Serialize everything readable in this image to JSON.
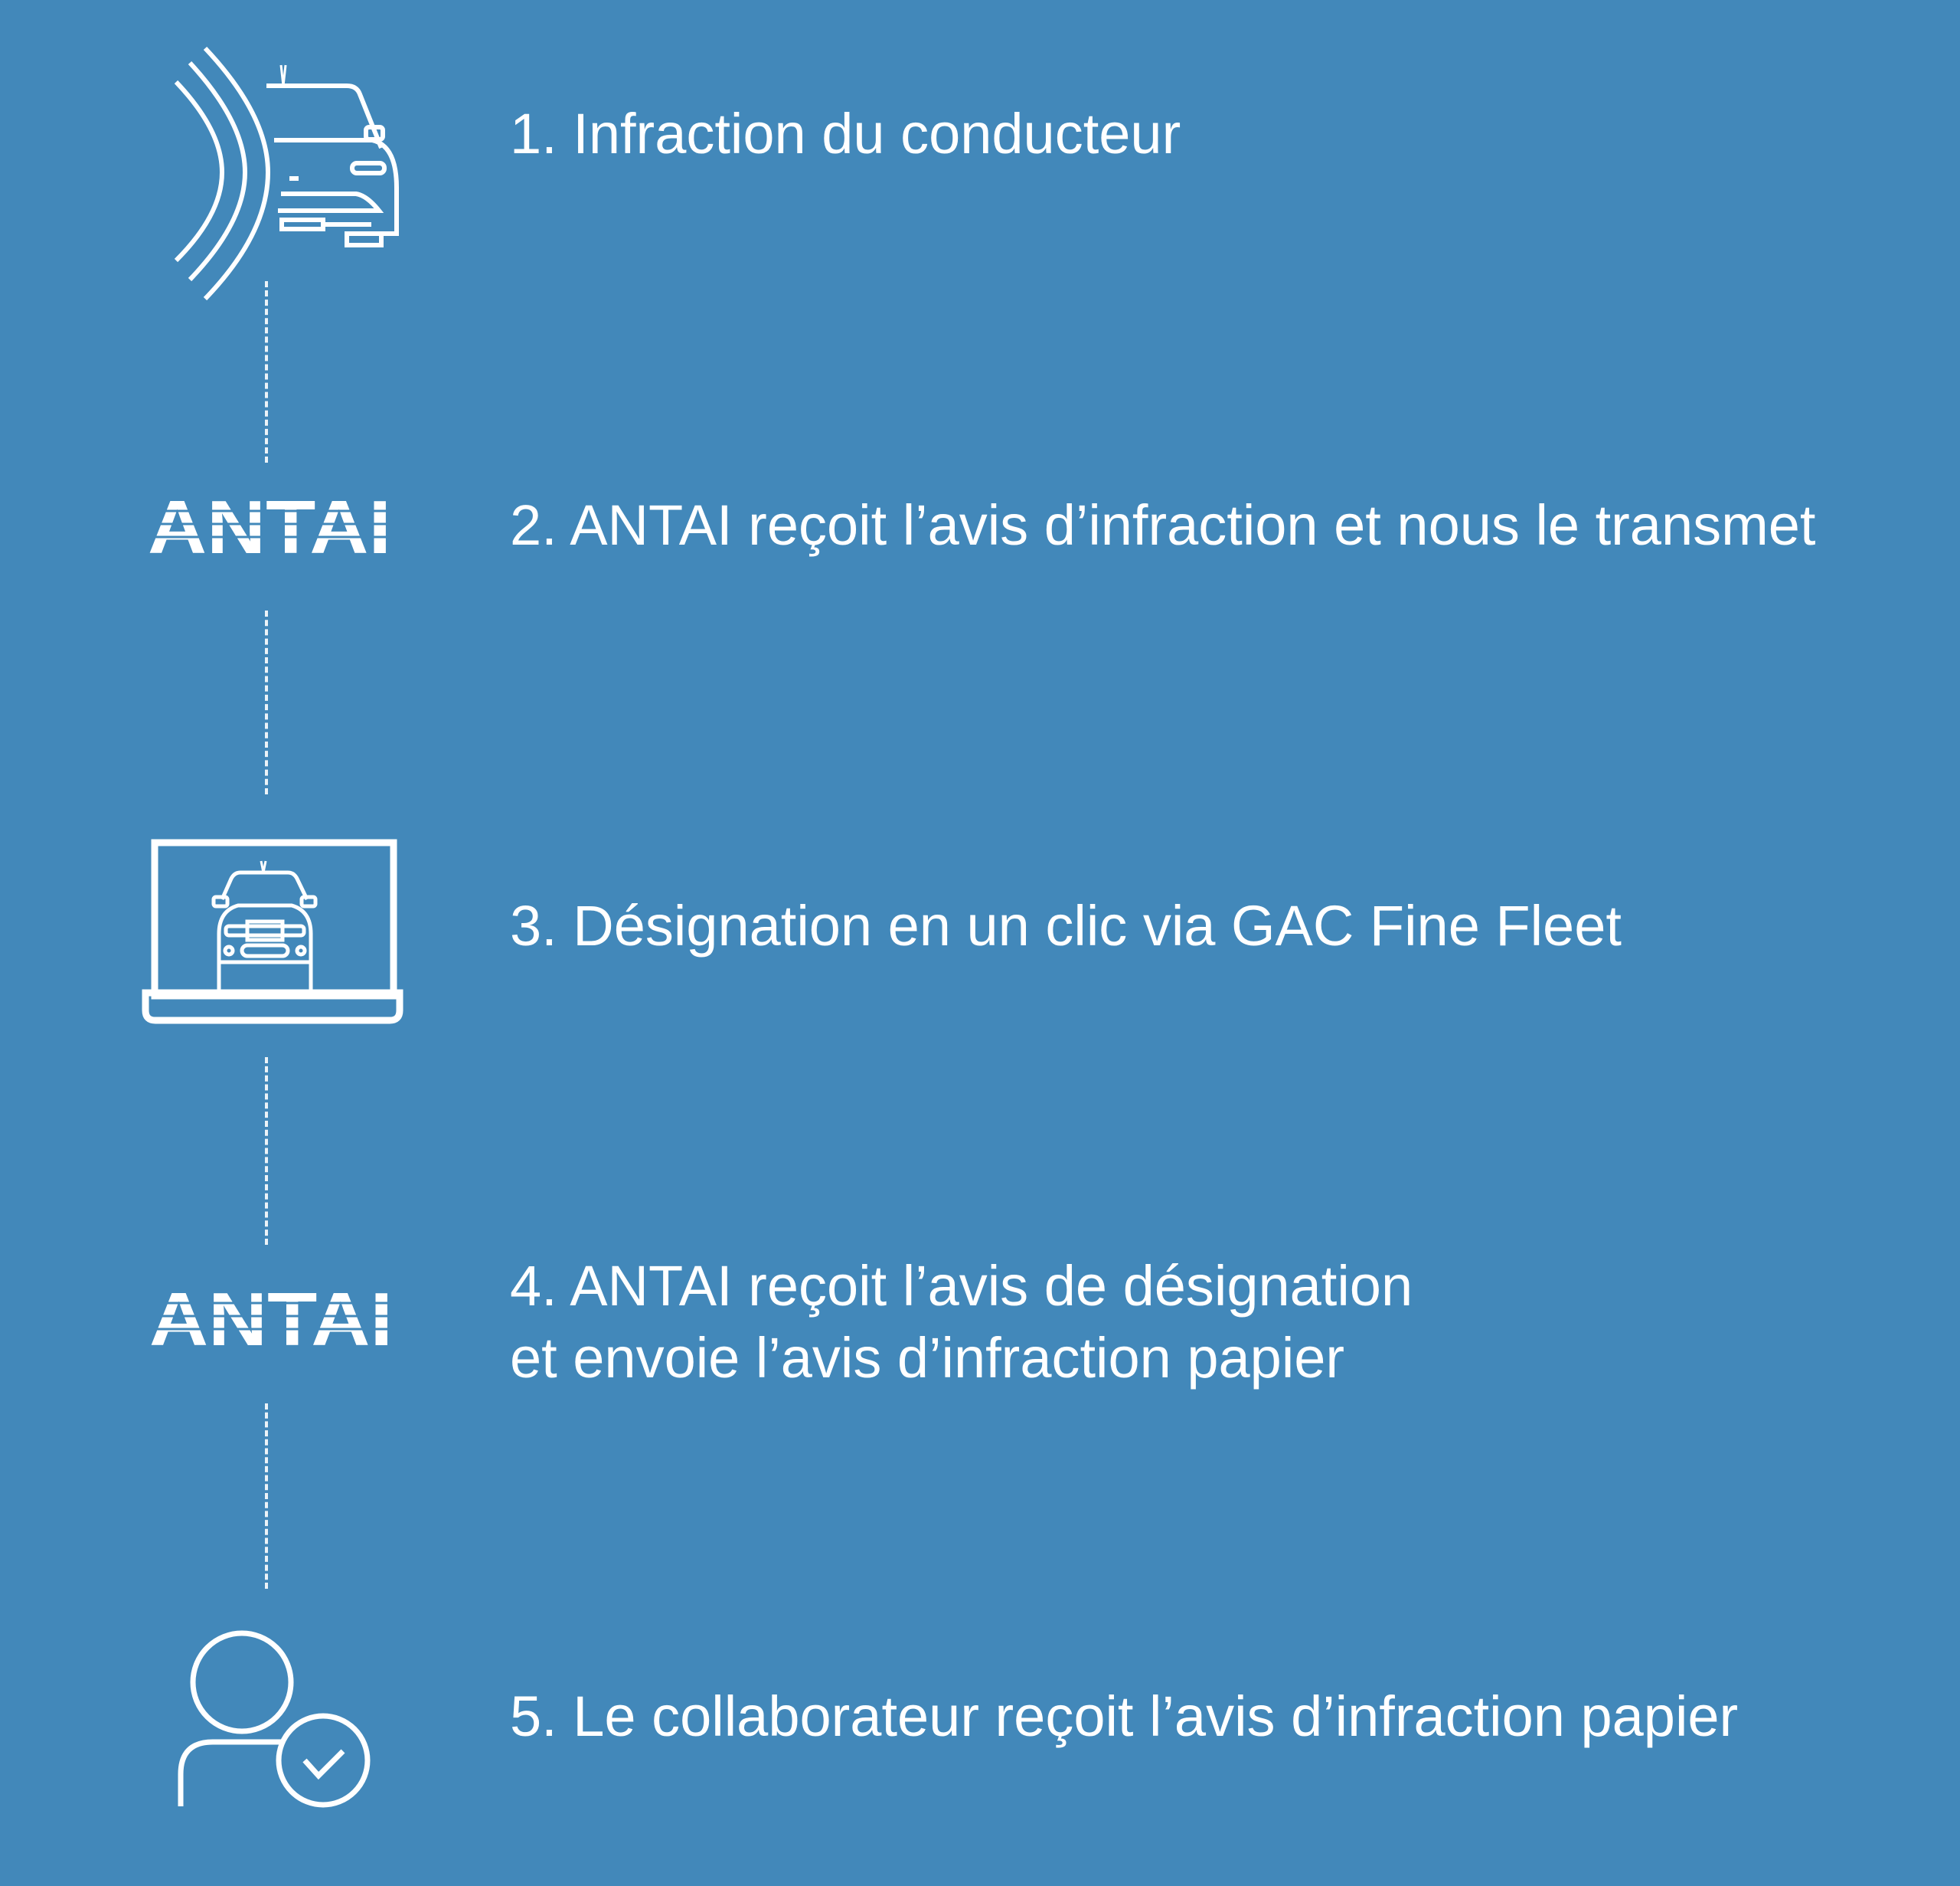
{
  "background_color": "#4288BA",
  "steps": [
    {
      "number": 1,
      "text": "1. Infraction du conducteur",
      "icon": "speed-camera-car-icon"
    },
    {
      "number": 2,
      "text": "2. ANTAI reçoit l’avis d’infraction et nous le transmet",
      "icon": "antai-logo",
      "logo_text": "ANTAI"
    },
    {
      "number": 3,
      "text": "3. Désignation en un clic via GAC Fine Fleet",
      "icon": "laptop-car-icon"
    },
    {
      "number": 4,
      "text_line1": "4. ANTAI reçoit l’avis de désignation",
      "text_line2": "et envoie l’avis d’infraction papier",
      "icon": "antai-logo",
      "logo_text": "ANTAI"
    },
    {
      "number": 5,
      "text": "5. Le collaborateur reçoit l’avis d’infraction papier",
      "icon": "user-check-icon"
    }
  ]
}
